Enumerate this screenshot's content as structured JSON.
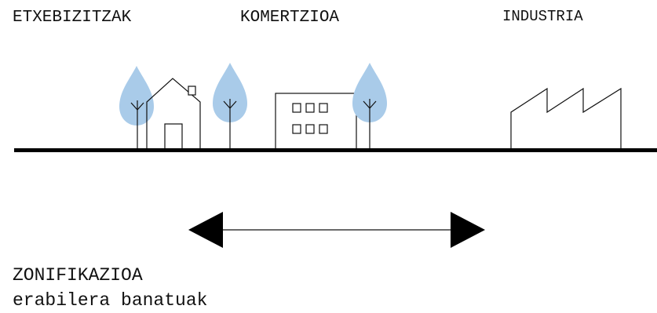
{
  "zones": {
    "residential": "ETXEBIZITZAK",
    "commercial": "KOMERTZIOA",
    "industrial": "INDUSTRIA"
  },
  "caption": {
    "title": "ZONIFIKAZIOA",
    "subtitle": "erabilera banatuak"
  },
  "colors": {
    "tree_canopy": "#a9cbe9",
    "line": "#111111",
    "ground": "#000000",
    "background": "#ffffff"
  },
  "icons": [
    "tree-icon",
    "house-icon",
    "shop-building-icon",
    "factory-icon",
    "double-arrow-icon"
  ]
}
